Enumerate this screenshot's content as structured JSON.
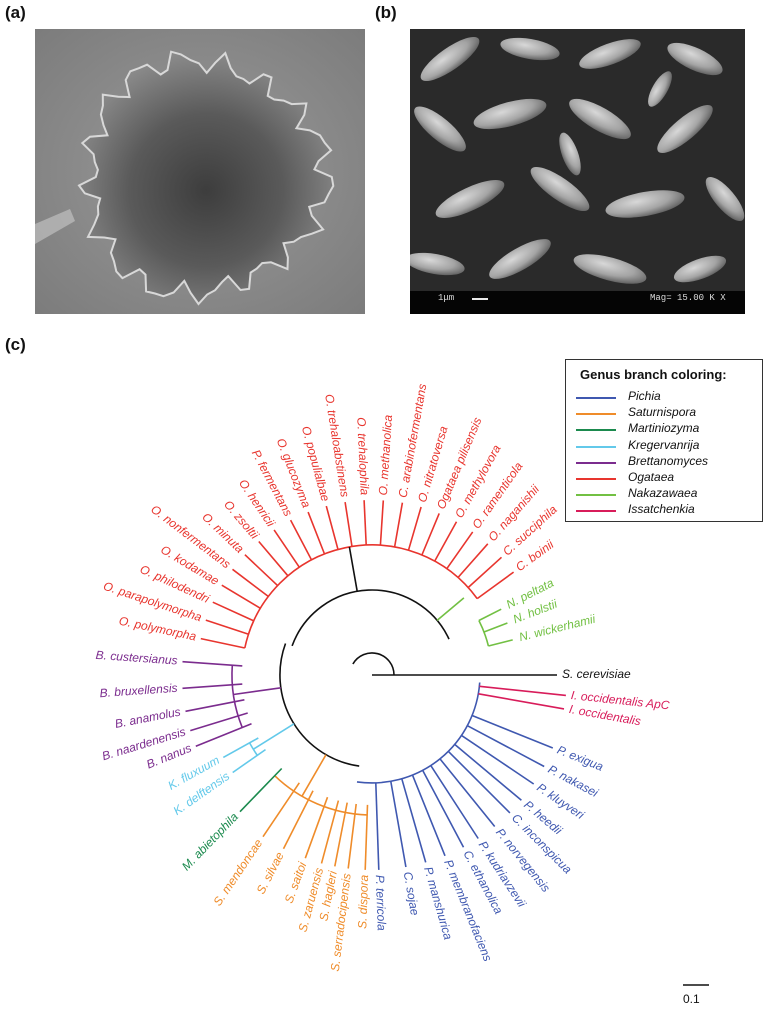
{
  "panels": {
    "a": "(a)",
    "b": "(b)",
    "c": "(c)"
  },
  "sem": {
    "scale_text": "1μm",
    "mag_text": "Mag= 15.00 K X"
  },
  "legend": {
    "title": "Genus branch coloring:",
    "items": [
      {
        "name": "Pichia",
        "color": "#3f58b0"
      },
      {
        "name": "Saturnispora",
        "color": "#ef8c2a"
      },
      {
        "name": "Martiniozyma",
        "color": "#1b8a4e"
      },
      {
        "name": "Kregervanrija",
        "color": "#63c9ea"
      },
      {
        "name": "Brettanomyces",
        "color": "#7b2c8e"
      },
      {
        "name": "Ogataea",
        "color": "#e8352e"
      },
      {
        "name": "Nakazawaea",
        "color": "#72c043"
      },
      {
        "name": "Issatchenkia",
        "color": "#d81c5a"
      }
    ]
  },
  "scale_bar": {
    "label": "0.1"
  },
  "tree_labels": {
    "pichia": [
      "I. occidentalis ApC",
      "I. occidentalis",
      "P. exigua",
      "P. nakasei",
      "P. kluyveri",
      "P. heedii",
      "C. inconspicua",
      "P. norvegensis",
      "P. kudriavzevii",
      "C. ethanolica",
      "P. membranofaciens",
      "P. manshurica",
      "C. sojae",
      "P. terricola"
    ],
    "saturnispora": [
      "S. dispora",
      "S. serradocipensis",
      "S. hagleri",
      "S. zaruensis",
      "S. saitoi",
      "S. silvae",
      "S. mendoncae"
    ],
    "martiniozyma": [
      "M. abietophila"
    ],
    "kregervanrija": [
      "K. delftensis",
      "K. fluxuum"
    ],
    "brettanomyces": [
      "B. nanus",
      "B. naardenensis",
      "B. anamolus",
      "B. bruxellensis",
      "B. custersianus"
    ],
    "ogataea": [
      "O. polymorpha",
      "O. parapolymorpha",
      "O. philodendri",
      "O. kodamae",
      "O. nonfermentans",
      "O. minuta",
      "O. zsoltii",
      "O. henricii",
      "P. fermentans",
      "O. glucozyma",
      "O. populialbae",
      "O. trehaloabstinens",
      "O. trehalophila",
      "O. methanolica",
      "C. arabinofermentans",
      "O. nitratoversa",
      "Ogataea pilisensis",
      "O. methylovora",
      "O. ramenticola",
      "O. naganishii",
      "C. succiphila",
      "C. boinii"
    ],
    "nakazawaea": [
      "N. wickerhamii",
      "N. holstii",
      "N. peltata"
    ],
    "outgroup": [
      "S. cerevisiae"
    ]
  }
}
